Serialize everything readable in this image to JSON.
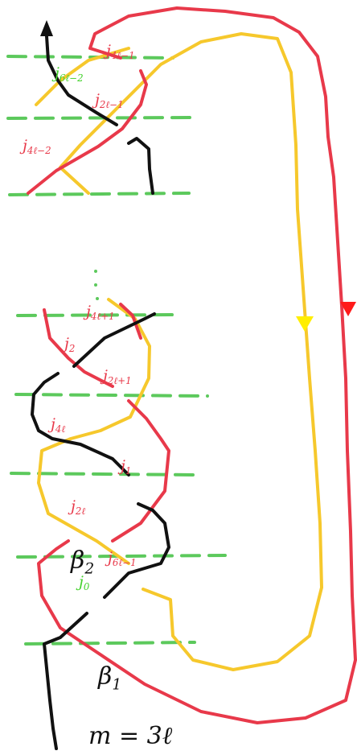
{
  "labels": {
    "j_4l_minus_1": {
      "base": "j",
      "sub": "4ℓ−1"
    },
    "j_6l_minus_2": {
      "base": "j",
      "sub": "6ℓ−2"
    },
    "j_2l_minus_1": {
      "base": "j",
      "sub": "2ℓ−1"
    },
    "j_4l_minus_2": {
      "base": "j",
      "sub": "4ℓ−2"
    },
    "j_4l_plus_1": {
      "base": "j",
      "sub": "4ℓ+1"
    },
    "j_2": {
      "base": "j",
      "sub": "2"
    },
    "j_2l_plus_1": {
      "base": "j",
      "sub": "2ℓ+1"
    },
    "j_4l": {
      "base": "j",
      "sub": "4ℓ"
    },
    "j_1": {
      "base": "j",
      "sub": "1"
    },
    "j_2l": {
      "base": "j",
      "sub": "2ℓ"
    },
    "beta_2": {
      "base": "β",
      "sub": "2"
    },
    "j_6l_minus_1": {
      "base": "j",
      "sub": "6ℓ−1"
    },
    "j_0": {
      "base": "j",
      "sub": "0"
    },
    "beta_1": {
      "base": "β",
      "sub": "1"
    },
    "m_eq": "m = 3ℓ"
  },
  "colors": {
    "red_strand": "#e8394a",
    "yellow_strand": "#f6c82c",
    "black_strand": "#111111",
    "green_dash": "#5cc95c",
    "green_label": "#43d12c",
    "red_arrow": "#ff0000",
    "yellow_arrow": "#ffee00"
  },
  "icons": [
    "up-arrow-icon",
    "down-arrow-icon"
  ]
}
